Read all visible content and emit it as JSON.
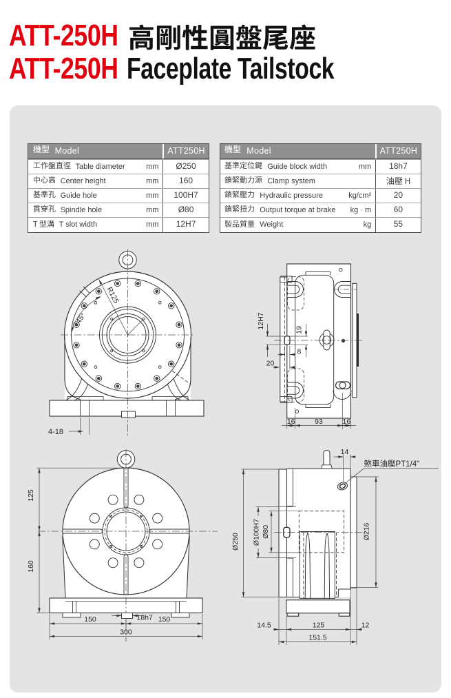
{
  "page": {
    "background": "#ffffff",
    "panel_color": "#e4e4e4",
    "accent_red": "#e2000f"
  },
  "header": {
    "model": "ATT-250H",
    "title_zh": "高剛性圓盤尾座",
    "title_en": "Faceplate Tailstock"
  },
  "tables": {
    "left": {
      "header": {
        "model_zh": "機型",
        "model_en": "Model",
        "value": "ATT250H"
      },
      "rows": [
        {
          "zh": "工作盤直徑",
          "en": "Table diameter",
          "unit": "mm",
          "value": "Ø250"
        },
        {
          "zh": "中心高",
          "en": "Center height",
          "unit": "mm",
          "value": "160"
        },
        {
          "zh": "基準孔",
          "en": "Guide hole",
          "unit": "mm",
          "value": "100H7"
        },
        {
          "zh": "貫穿孔",
          "en": "Spindle hole",
          "unit": "mm",
          "value": "Ø80"
        },
        {
          "zh": "T 型溝",
          "en": "T slot width",
          "unit": "mm",
          "value": "12H7"
        }
      ]
    },
    "right": {
      "header": {
        "model_zh": "機型",
        "model_en": "Model",
        "value": "ATT250H"
      },
      "rows": [
        {
          "zh": "基準定位鍵",
          "en": "Guide block width",
          "unit": "mm",
          "value": "18h7"
        },
        {
          "zh": "鎖緊動力源",
          "en": "Clamp system",
          "unit": "",
          "value": "油壓 H"
        },
        {
          "zh": "鎖緊壓力",
          "en": "Hydraulic pressure",
          "unit": "kg/cm²",
          "value": "20"
        },
        {
          "zh": "鎖緊扭力",
          "en": "Output torque at brake",
          "unit": "kg · m",
          "value": "60"
        },
        {
          "zh": "製品質量",
          "en": "Weight",
          "unit": "kg",
          "value": "55"
        }
      ]
    }
  },
  "drawings": {
    "front_top": {
      "dims": {
        "radius": "R125",
        "angle": "45°",
        "holes": "4-18"
      }
    },
    "side_top": {
      "dims": {
        "slot": "12H7",
        "d19": "19",
        "d8": "8",
        "d20": "20",
        "w16a": "16",
        "w93": "93",
        "w16b": "16"
      }
    },
    "faceplate_front": {
      "dims": {
        "v125": "125",
        "v160": "160",
        "key": "18h7",
        "b150a": "150",
        "b150b": "150",
        "b300": "300"
      }
    },
    "side_bottom": {
      "dims": {
        "d14": "14",
        "brake_zh": "煞車油壓",
        "brake_en": "PT1/4\"",
        "brake": "煞車油壓PT1/4\"",
        "dia250": "Ø250",
        "dia100": "Ø100H7",
        "dia80": "Ø80",
        "dia216": "Ø216",
        "b145": "14.5",
        "b125": "125",
        "b12": "12",
        "b1515": "151.5"
      }
    }
  }
}
